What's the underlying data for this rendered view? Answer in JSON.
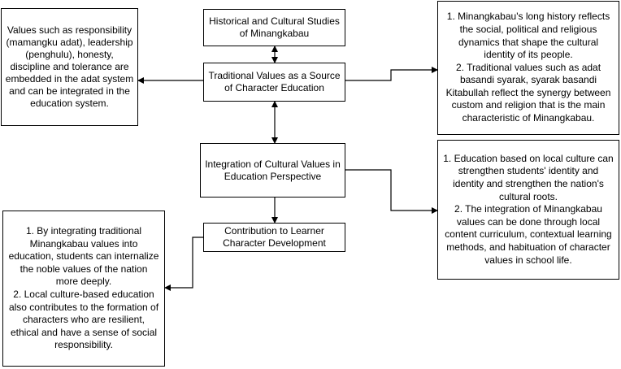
{
  "nodes": {
    "historical": "Historical and Cultural Studies of Minangkabau",
    "traditional": "Traditional Values as a Source of Character Education",
    "integration": "Integration of Cultural Values in Education Perspective",
    "contribution": "Contribution to Learner Character Development",
    "values_left": "Values such as responsibility (mamangku adat), leadership (penghulu), honesty, discipline and tolerance are embedded in the adat system and can be integrated in the education system.",
    "history_right": "1. Minangkabau's long history reflects the social, political and religious dynamics that shape the cultural identity of its people.\n2. Traditional values such as adat basandi syarak, syarak basandi Kitabullah reflect the synergy between custom and religion that is the main characteristic of Minangkabau.",
    "education_right": "1. Education based on local culture can strengthen students' identity and identity and strengthen the nation's cultural roots.\n2. The integration of Minangkabau values can be done through local content curriculum, contextual learning methods, and habituation of character values in school life.",
    "learner_left": "1. By integrating traditional Minangkabau values into education, students can internalize the noble values of the nation more deeply.\n2. Local culture-based education also contributes to the formation of characters who are resilient, ethical and have a sense of social responsibility."
  }
}
